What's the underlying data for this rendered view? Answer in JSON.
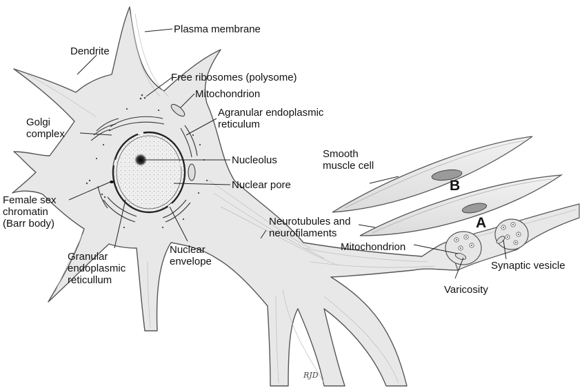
{
  "labels": {
    "plasma_membrane": "Plasma membrane",
    "dendrite": "Dendrite",
    "free_ribosomes": "Free ribosomes (polysome)",
    "mitochondrion_top": "Mitochondrion",
    "agranular_er": [
      "Agranular endoplasmic",
      "reticulum"
    ],
    "golgi": [
      "Golgi",
      "complex"
    ],
    "nucleolus": "Nucleolus",
    "nuclear_pore": "Nuclear pore",
    "female_sex_chromatin": [
      "Female sex",
      "chromatin",
      "(Barr body)"
    ],
    "granular_er": [
      "Granular",
      "endoplasmic",
      "reticullum"
    ],
    "nuclear_envelope": [
      "Nuclear",
      "envelope"
    ],
    "neurotubules": [
      "Neurotubules and",
      "neurofilaments"
    ],
    "smooth_muscle": [
      "Smooth",
      "muscle cell"
    ],
    "mitochondrion_bottom": "Mitochondrion",
    "synaptic_vesicle": "Synaptic vesicle",
    "varicosity": "Varicosity",
    "cell_b": "B",
    "cell_a": "A",
    "signature": "RJD"
  },
  "colors": {
    "cell_fill": "#e9e9e9",
    "cell_shade": "#d6d6d6",
    "outline": "#555555",
    "nucleus_fill": "#efefef",
    "nucleolus": "#1a1a1a",
    "leader": "#222222"
  }
}
